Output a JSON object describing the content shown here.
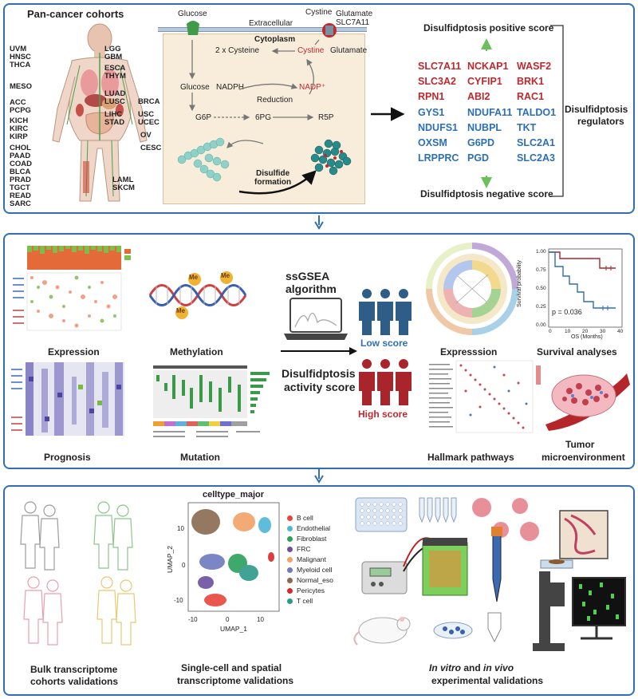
{
  "panel1": {
    "title": "Pan-cancer cohorts",
    "body_labels": [
      {
        "text": "UVM"
      },
      {
        "text": "HNSC"
      },
      {
        "text": "THCA"
      },
      {
        "text": "LGG"
      },
      {
        "text": "GBM"
      },
      {
        "text": "ESCA"
      },
      {
        "text": "THYM"
      },
      {
        "text": "MESO"
      },
      {
        "text": "LUAD"
      },
      {
        "text": "LUSC"
      },
      {
        "text": "BRCA"
      },
      {
        "text": "ACC"
      },
      {
        "text": "PCPG"
      },
      {
        "text": "LIHC"
      },
      {
        "text": "STAD"
      },
      {
        "text": "USC"
      },
      {
        "text": "UCEC"
      },
      {
        "text": "KICH"
      },
      {
        "text": "KIRC"
      },
      {
        "text": "KIRP"
      },
      {
        "text": "OV"
      },
      {
        "text": "CESC"
      },
      {
        "text": "CHOL"
      },
      {
        "text": "PAAD"
      },
      {
        "text": "COAD"
      },
      {
        "text": "BLCA"
      },
      {
        "text": "PRAD"
      },
      {
        "text": "TGCT"
      },
      {
        "text": "READ"
      },
      {
        "text": "SARC"
      },
      {
        "text": "LAML"
      },
      {
        "text": "SKCM"
      }
    ],
    "mechanism": {
      "glucose_top": "Glucose",
      "extracellular": "Extracellular",
      "cystine_top": "Cystine",
      "glutamate_top": "Glutamate",
      "slc7a11": "SLC7A11",
      "cytoplasm": "Cytoplasm",
      "two_cysteine": "2 x Cysteine",
      "cystine": "Cystine",
      "glutamate": "Glutamate",
      "glucose": "Glucose",
      "nadph": "NADPH",
      "reduction": "Reduction",
      "nadp": "NADP⁺",
      "g6p": "G6P",
      "pg6": "6PG",
      "r5p": "R5P",
      "disulfide": "Disulfide",
      "formation": "formation"
    },
    "positive_score": "Disulfidptosis positive score",
    "negative_score": "Disulfidptosis negative score",
    "regulators_line1": "Disulfidptosis",
    "regulators_line2": "regulators",
    "red_genes": [
      [
        "SLC7A11",
        "NCKAP1",
        "WASF2"
      ],
      [
        "SLC3A2",
        "CYFIP1",
        "BRK1"
      ],
      [
        "RPN1",
        "ABI2",
        "RAC1"
      ]
    ],
    "blue_genes": [
      [
        "GYS1",
        "NDUFA11",
        "TALDO1"
      ],
      [
        "NDUFS1",
        "NUBPL",
        "TKT"
      ],
      [
        "OXSM",
        "G6PD",
        "SLC2A1"
      ],
      [
        "LRPPRC",
        "PGD",
        "SLC2A3"
      ]
    ]
  },
  "panel2": {
    "expression_left": "Expression",
    "methylation": "Methylation",
    "prognosis": "Prognosis",
    "mutation": "Mutation",
    "ssgsea1": "ssGSEA",
    "ssgsea2": "algorithm",
    "activity1": "Disulfidptosis",
    "activity2": "activity score",
    "low_score": "Low score",
    "high_score": "High score",
    "expression_right": "Expresssion",
    "survival": "Survival analyses",
    "hallmark": "Hallmark pathways",
    "tumor1": "Tumor",
    "tumor2": "microenvironment",
    "meth_badges": [
      "Me",
      "Me",
      "Me"
    ],
    "km": {
      "ylabel": "Survival probability",
      "xlabel": "OS (Months)",
      "pvalue": "p = 0.036",
      "yticks": [
        "1.00",
        "0.75",
        "0.50",
        "0.25",
        "0.00"
      ],
      "xticks": [
        "0",
        "10",
        "20",
        "30",
        "40"
      ]
    }
  },
  "panel3": {
    "bulk1": "Bulk transcriptome",
    "bulk2": "cohorts validations",
    "single1": "Single-cell and spatial",
    "single2": "transcriptome validations",
    "invitro_a": "In vitro",
    "invitro_b": " and ",
    "invitro_c": "in vivo",
    "invitro2": "experimental validations",
    "umap": {
      "title": "celltype_major",
      "xlabel": "UMAP_1",
      "ylabel": "UMAP_2",
      "xticks": [
        "-10",
        "0",
        "10"
      ],
      "yticks": [
        "10",
        "0",
        "-10"
      ],
      "legend": [
        {
          "name": "B cell",
          "color": "#e8453c"
        },
        {
          "name": "Endothelial",
          "color": "#4fb6d6"
        },
        {
          "name": "Fibroblast",
          "color": "#2aa05a"
        },
        {
          "name": "FRC",
          "color": "#6b4fa0"
        },
        {
          "name": "Malignant",
          "color": "#f2a268"
        },
        {
          "name": "Myeloid cell",
          "color": "#6d7bbf"
        },
        {
          "name": "Normal_eso",
          "color": "#8a6a50"
        },
        {
          "name": "Pericytes",
          "color": "#d62a2a"
        },
        {
          "name": "T cell",
          "color": "#2c9a8a"
        }
      ]
    }
  },
  "colors": {
    "border": "#2f6fb3",
    "red": "#c0282d",
    "blue": "#2d6fb7",
    "green": "#6cbf5a"
  }
}
